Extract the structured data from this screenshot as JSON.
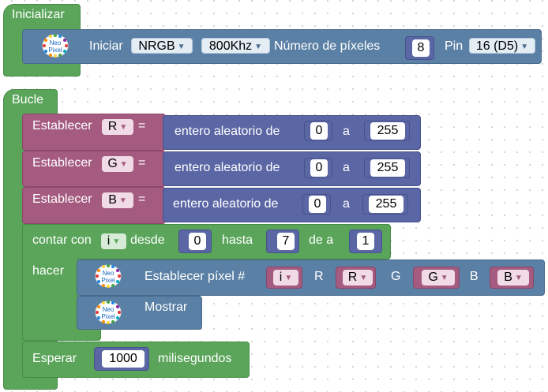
{
  "init_block": {
    "label": "Inicializar",
    "neopixel_logo_text": "Neo Pixel",
    "start_label": "Iniciar",
    "type_value": "NRGB",
    "freq_value": "800Khz",
    "pixels_label": "Número de píxeles",
    "pixels_value": "8",
    "pin_label": "Pin",
    "pin_value": "16 (D5)"
  },
  "loop_block": {
    "label": "Bucle",
    "sets": [
      {
        "label": "Establecer",
        "var": "R",
        "eq": "=",
        "random_label": "entero aleatorio de",
        "from": "0",
        "to_label": "a",
        "to": "255"
      },
      {
        "label": "Establecer",
        "var": "G",
        "eq": "=",
        "random_label": "entero aleatorio de",
        "from": "0",
        "to_label": "a",
        "to": "255"
      },
      {
        "label": "Establecer",
        "var": "B",
        "eq": "=",
        "random_label": "entero aleatorio de",
        "from": "0",
        "to_label": "a",
        "to": "255"
      }
    ],
    "count": {
      "label": "contar con",
      "var": "i",
      "from_label": "desde",
      "from": "0",
      "to_label": "hasta",
      "to": "7",
      "step_label": "de a",
      "step": "1",
      "do_label": "hacer"
    },
    "set_pixel": {
      "label": "Establecer píxel #",
      "index_var": "i",
      "r_label": "R",
      "r_var": "R",
      "g_label": "G",
      "g_var": "G",
      "b_label": "B",
      "b_var": "B"
    },
    "show_label": "Mostrar",
    "wait": {
      "label": "Esperar",
      "value": "1000",
      "unit": "milisegundos"
    }
  },
  "colors": {
    "event_green": "#5ba55b",
    "neopixel_blue": "#5b80a5",
    "variable_pink": "#a55b80",
    "math_purple": "#5b67a5",
    "workspace_white": "#ffffff"
  }
}
